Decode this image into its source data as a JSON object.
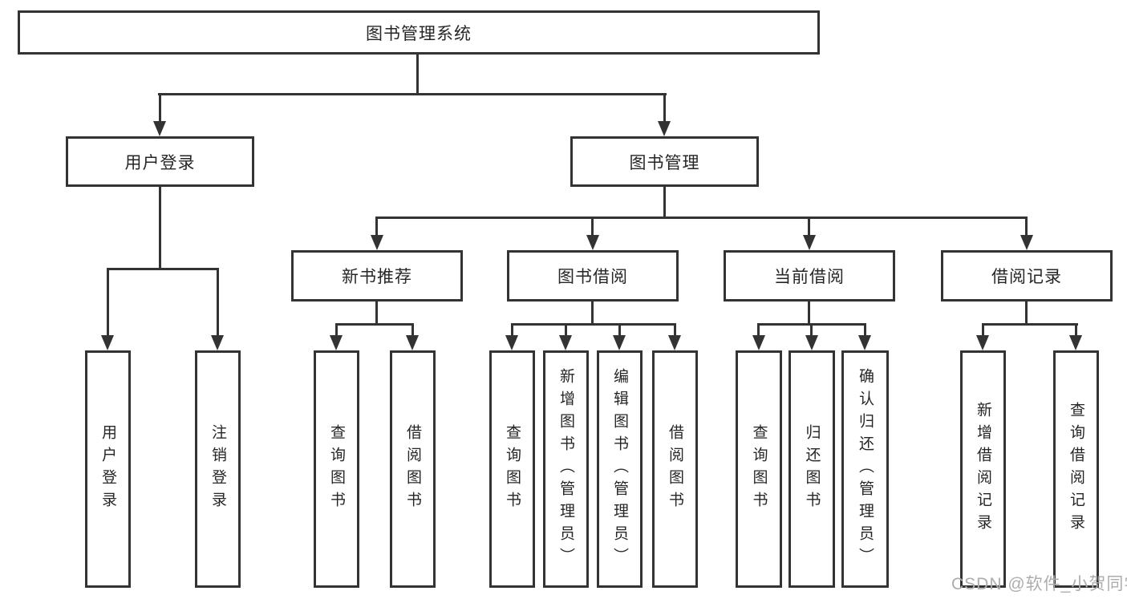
{
  "diagram": {
    "root": {
      "label": "图书管理系统"
    },
    "branches": [
      {
        "label": "用户登录",
        "children": [
          {
            "label": "用户登录"
          },
          {
            "label": "注销登录"
          }
        ]
      },
      {
        "label": "图书管理",
        "children": [
          {
            "label": "新书推荐",
            "children": [
              {
                "label": "查询图书"
              },
              {
                "label": "借阅图书"
              }
            ]
          },
          {
            "label": "图书借阅",
            "children": [
              {
                "label": "查询图书"
              },
              {
                "label": "新增图书（管理员）"
              },
              {
                "label": "编辑图书（管理员）"
              },
              {
                "label": "借阅图书"
              }
            ]
          },
          {
            "label": "当前借阅",
            "children": [
              {
                "label": "查询图书"
              },
              {
                "label": "归还图书"
              },
              {
                "label": "确认归还（管理员）"
              }
            ]
          },
          {
            "label": "借阅记录",
            "children": [
              {
                "label": "新增借阅记录"
              },
              {
                "label": "查询借阅记录"
              }
            ]
          }
        ]
      }
    ]
  },
  "watermark": {
    "text": "CSDN @软件_小贺同学"
  },
  "colors": {
    "line": "#333333",
    "text": "#262626",
    "fill": "#ffffff",
    "watermark": "#adadad"
  }
}
